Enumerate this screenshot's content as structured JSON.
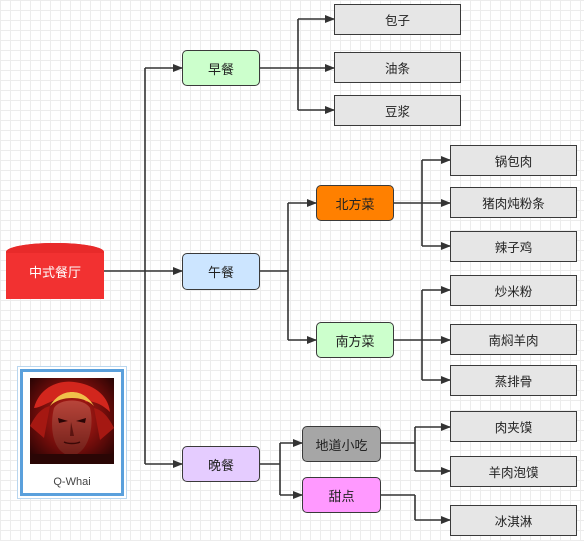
{
  "root": {
    "label": "中式餐厅",
    "color": "#f23131"
  },
  "meals": {
    "breakfast": {
      "label": "早餐",
      "color": "#ccffcc"
    },
    "lunch": {
      "label": "午餐",
      "color": "#cce5ff"
    },
    "dinner": {
      "label": "晚餐",
      "color": "#e5ccff"
    }
  },
  "categories": {
    "north": {
      "label": "北方菜",
      "color": "#ff8000"
    },
    "south": {
      "label": "南方菜",
      "color": "#ccffcc"
    },
    "snack": {
      "label": "地道小吃",
      "color": "#a6a6a6"
    },
    "dessert": {
      "label": "甜点",
      "color": "#ff99ff"
    }
  },
  "dishes": {
    "baozi": "包子",
    "youtiao": "油条",
    "doujiang": "豆浆",
    "guobaorou": "锅包肉",
    "zhurou": "猪肉炖粉条",
    "laziji": "辣子鸡",
    "chaomifen": "炒米粉",
    "yangrou": "南焖羊肉",
    "zhengpaigu": "蒸排骨",
    "roujiamo": "肉夹馍",
    "paomo": "羊肉泡馍",
    "bingqilin": "冰淇淋"
  },
  "avatar": {
    "caption": "Q-Whai"
  }
}
